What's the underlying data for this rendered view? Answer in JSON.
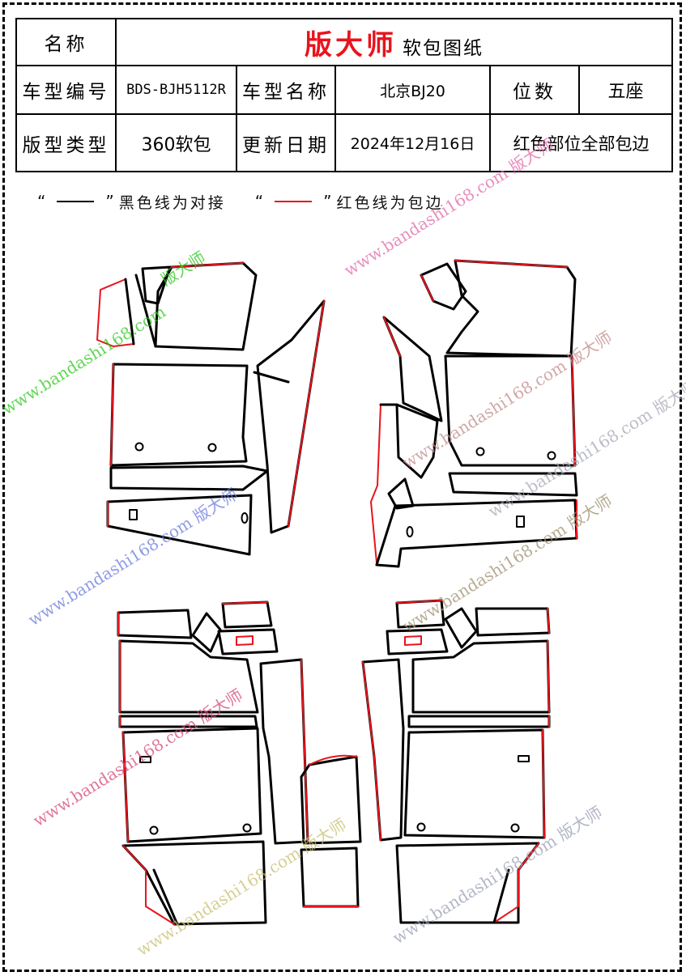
{
  "header": {
    "name_label": "名称",
    "brand": "版大师",
    "brand_sub": "软包图纸",
    "model_code_label": "车型编号",
    "model_code": "BDS-BJH5112R",
    "model_name_label": "车型名称",
    "model_name": "北京BJ20",
    "seats_label": "位数",
    "seats": "五座",
    "pattern_type_label": "版型类型",
    "pattern_type": "360软包",
    "update_label": "更新日期",
    "update_date": "2024年12月16日",
    "note": "红色部位全部包边"
  },
  "legend": {
    "open_quote": "“",
    "close_quote": "”",
    "black_text": "黑色线为对接",
    "red_text": "红色线为包边"
  },
  "colors": {
    "edge_red": "#e8141c",
    "seam_black": "#000000"
  },
  "watermarks": [
    {
      "text": "www.bandashi168.com",
      "color": "#2dc81e"
    },
    {
      "text": "版大师",
      "color": "#2dc81e"
    },
    {
      "text": "www.bandashi168.com 版大师",
      "color": "#6a7adc"
    },
    {
      "text": "www.bandashi168.com 版大师",
      "color": "#d6487a"
    },
    {
      "text": "www.bandashi168.com 版大师",
      "color": "#e06aa8"
    },
    {
      "text": "www.bandashi168.com 版大师",
      "color": "#c28a8a"
    },
    {
      "text": "www.bandashi168.com 版大师",
      "color": "#a08f70"
    },
    {
      "text": "www.bandashi168.com 版大师",
      "color": "#9aa0b4"
    },
    {
      "text": "www.bandashi168.com 版大师",
      "color": "#c8c070"
    },
    {
      "text": "www.bandashi168.com 版大师",
      "color": "#a8a8b8"
    }
  ]
}
